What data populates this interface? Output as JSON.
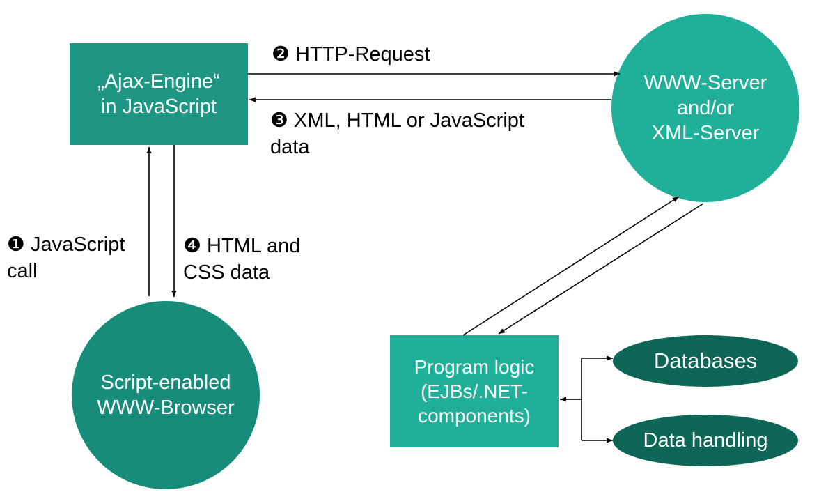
{
  "colors": {
    "ajax_engine": "#1e9683",
    "server": "#20af98",
    "browser": "#188c7a",
    "program_logic": "#20af98",
    "storage": "#0e6656",
    "arrow": "#000000"
  },
  "nodes": {
    "ajax_engine": {
      "line1": "„Ajax-Engine“",
      "line2": "in JavaScript"
    },
    "server": {
      "line1": "WWW-Server",
      "line2": "and/or",
      "line3": "XML-Server"
    },
    "browser": {
      "line1": "Script-enabled",
      "line2": "WWW-Browser"
    },
    "program_logic": {
      "line1": "Program logic",
      "line2": "(EJBs/.NET-",
      "line3": "components)"
    },
    "databases": {
      "label": "Databases"
    },
    "data_handling": {
      "label": "Data handling"
    }
  },
  "edges": {
    "http_request": {
      "text": "❷ HTTP-Request"
    },
    "xml_response": {
      "line1": "❸ XML, HTML or JavaScript",
      "line2": "data"
    },
    "javascript_call": {
      "line1": "❶ JavaScript",
      "line2": "call"
    },
    "html_css": {
      "line1": "❹ HTML and",
      "line2": "CSS data"
    }
  }
}
